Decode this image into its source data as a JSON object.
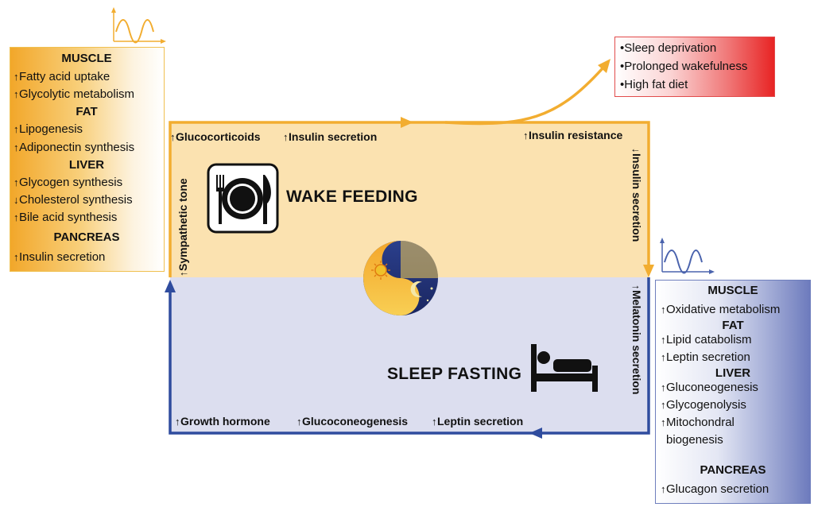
{
  "wake": {
    "title": "WAKE FEEDING",
    "top_left": "Glucocorticoids",
    "top_mid": "Insulin secretion",
    "top_right": "Insulin resistance",
    "side_left": "Sympathetic tone",
    "side_right": "Insulin secretion"
  },
  "sleep": {
    "title": "SLEEP FASTING",
    "side_right": "Melatonin secretion",
    "bottom_1": "Growth hormone",
    "bottom_2": "Glucoconeogenesis",
    "bottom_3": "Leptin secretion"
  },
  "risk_factors": {
    "items": [
      "•Sleep deprivation",
      "•Prolonged wakefulness",
      "•High fat diet"
    ]
  },
  "left_panel": {
    "muscle": "MUSCLE",
    "muscle_items": [
      "Fatty acid uptake",
      "Glycolytic metabolism"
    ],
    "fat": "FAT",
    "fat_items": [
      "Lipogenesis",
      "Adiponectin synthesis"
    ],
    "liver": "LIVER",
    "liver_items": [
      "Glycogen synthesis",
      "Cholesterol synthesis",
      "Bile acid synthesis"
    ],
    "pancreas": "PANCREAS",
    "pancreas_items": [
      "Insulin secretion"
    ]
  },
  "right_panel": {
    "muscle": "MUSCLE",
    "muscle_items": [
      "Oxidative metabolism"
    ],
    "fat": "FAT",
    "fat_items": [
      "Lipid catabolism",
      "Leptin secretion"
    ],
    "liver": "LIVER",
    "liver_items": [
      "Gluconeogenesis",
      "Glycogenolysis",
      "Mitochondral",
      "biogenesis"
    ],
    "pancreas": "PANCREAS",
    "pancreas_items": [
      "Glucagon secretion"
    ]
  },
  "colors": {
    "wake_bg": "#fbe2b0",
    "sleep_bg": "#dcdeef",
    "orange": "#f2ad30",
    "blue": "#2f4c9e"
  },
  "icons": {
    "feeding": "plate-fork-knife-icon",
    "sleeping": "bed-icon",
    "yin_yang": "sun-moon-yin-yang-icon",
    "wave_wake": "oscillation-wave-icon",
    "wave_sleep": "oscillation-wave-icon"
  }
}
